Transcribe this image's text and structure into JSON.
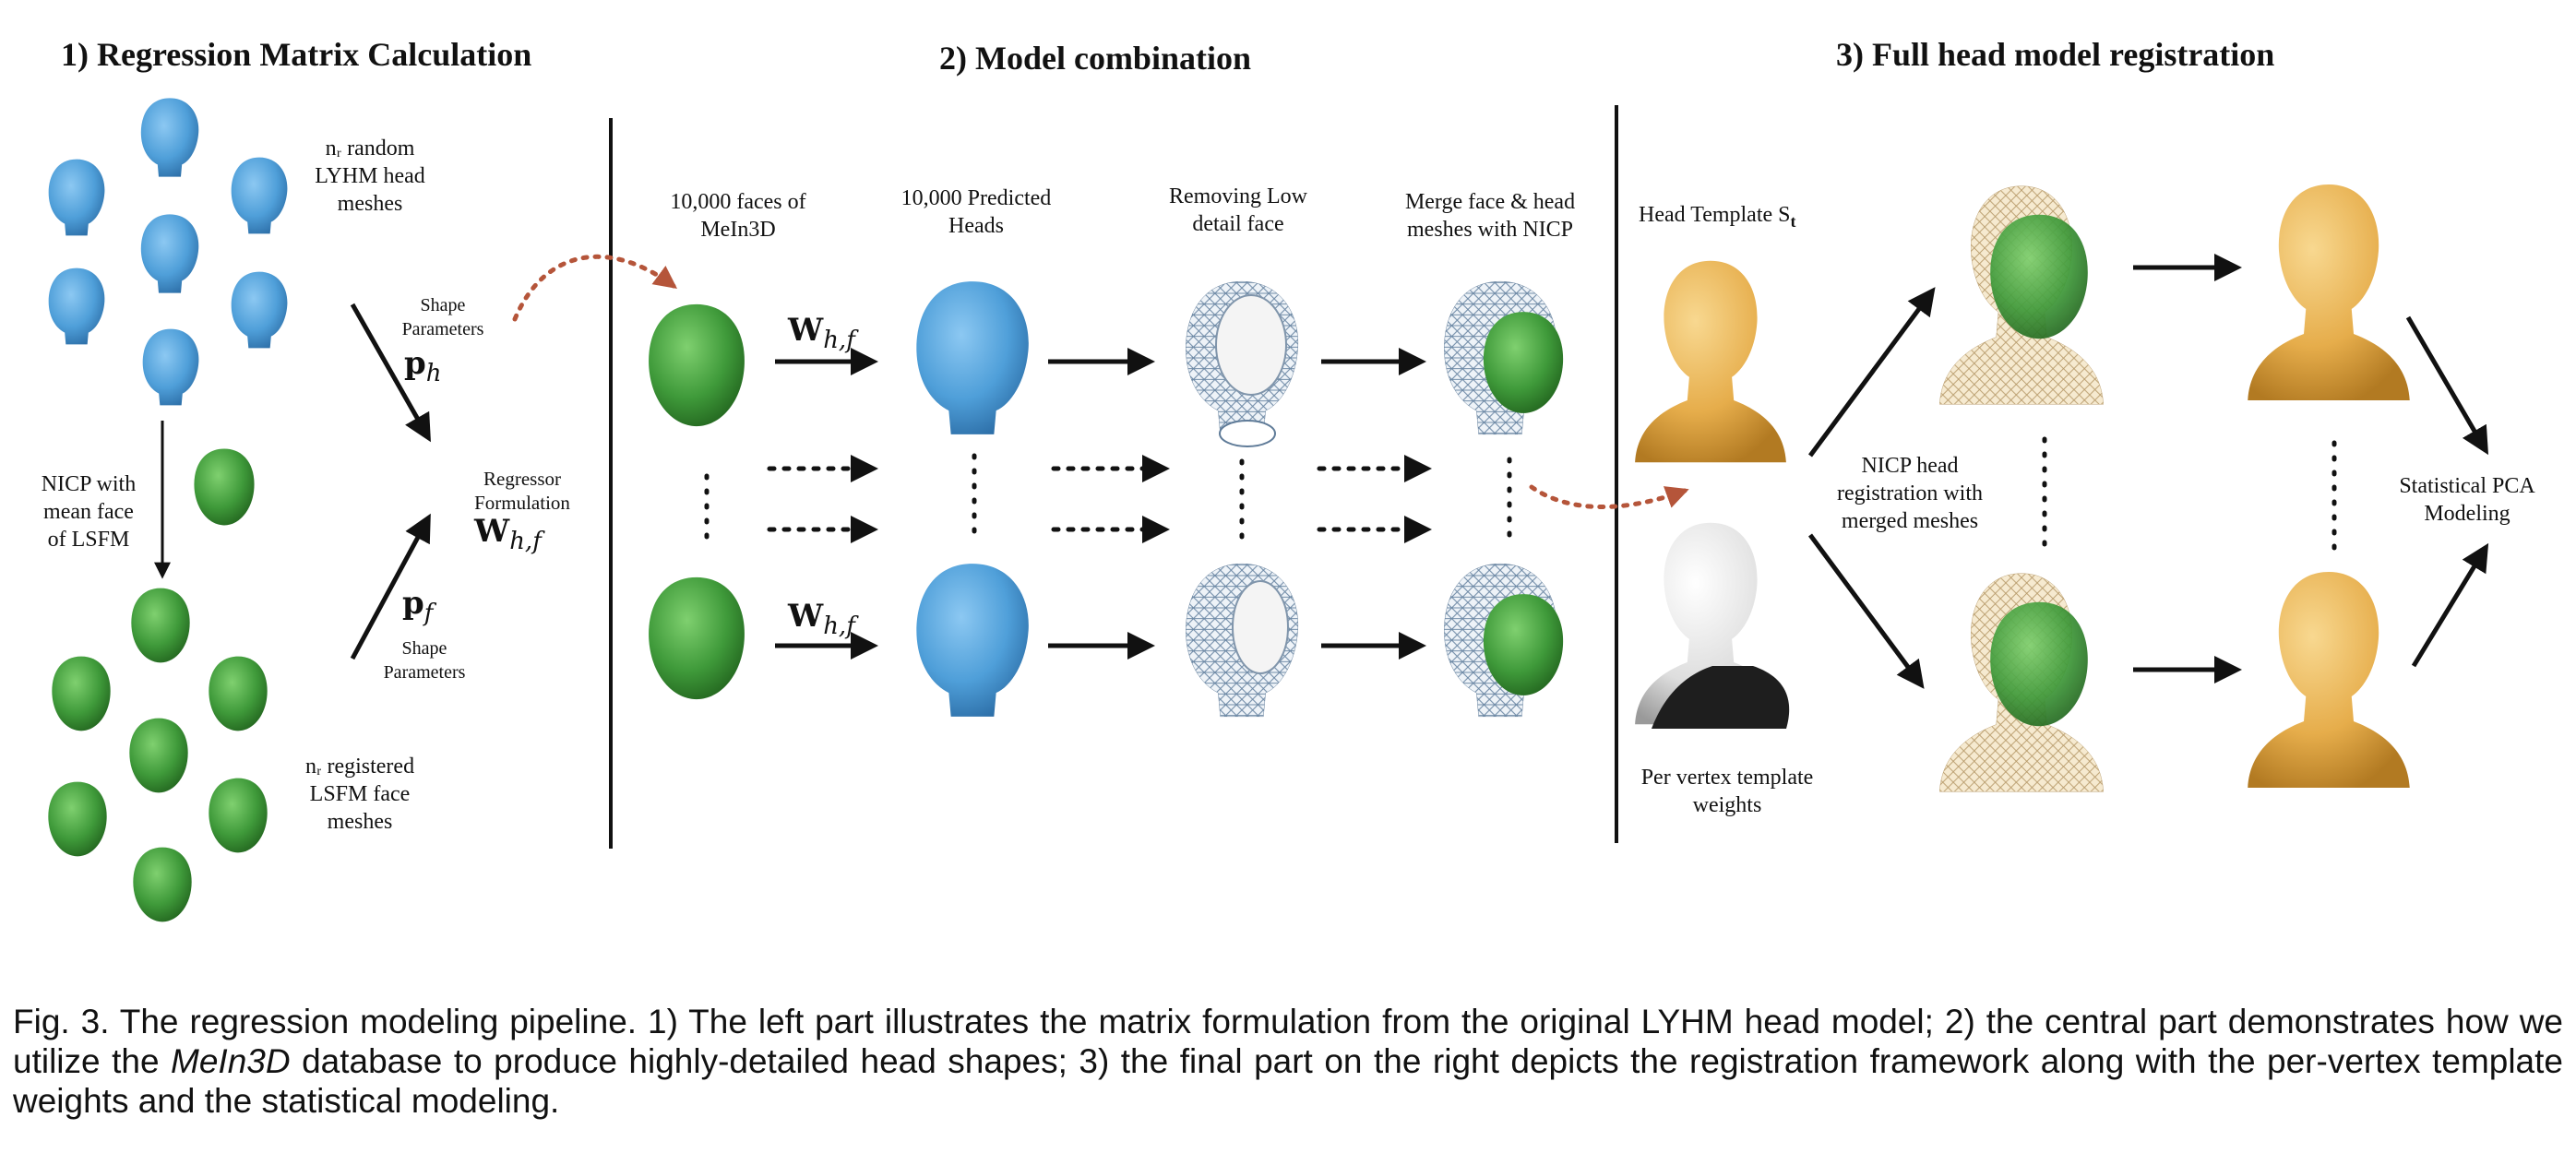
{
  "sections": {
    "regression": "1) Regression Matrix Calculation",
    "combination": "2) Model combination",
    "registration": "3) Full head model registration"
  },
  "left": {
    "lyhm_label": [
      "nᵣ random",
      "LYHM head",
      "meshes"
    ],
    "nicp_label": [
      "NICP with",
      "mean face",
      "of LSFM"
    ],
    "lsfm_label": [
      "nᵣ registered",
      "LSFM face",
      "meshes"
    ],
    "shape_params_top": [
      "Shape",
      "Parameters"
    ],
    "shape_params_bottom": [
      "Shape",
      "Parameters"
    ],
    "ph": "p",
    "ph_sub": "h",
    "pf": "p",
    "pf_sub": "f",
    "regressor_label": [
      "Regressor",
      "Formulation"
    ],
    "w_symbol": "W",
    "w_sub": "h,f"
  },
  "middle": {
    "col1": [
      "10,000 faces of",
      "MeIn3D"
    ],
    "col2": [
      "10,000 Predicted",
      "Heads"
    ],
    "col3": [
      "Removing Low",
      "detail face"
    ],
    "col4": [
      "Merge face & head",
      "meshes with NICP"
    ],
    "w_symbol": "W",
    "w_sub": "h,f"
  },
  "right": {
    "head_template": "Head Template S",
    "head_template_sub": "t",
    "per_vertex": [
      "Per vertex template",
      "weights"
    ],
    "nicp_head": [
      "NICP head",
      "registration with",
      "merged meshes"
    ],
    "pca": [
      "Statistical PCA",
      "Modeling"
    ]
  },
  "caption": {
    "part1": "Fig. 3. The regression modeling pipeline. 1) The left part illustrates the matrix formulation from the original LYHM head model; 2) the central part demonstrates how we utilize the ",
    "emph": "MeIn3D",
    "part2": " database to produce highly-detailed head shapes; 3) the final part on the right depicts the registration framework along with the per-vertex template weights and the statistical modeling."
  },
  "colors": {
    "blue": "#4f9fd9",
    "green": "#3f9a3a",
    "gold": "#e6ad4b",
    "white_head": "#e8e8e8",
    "mesh": "#9fb4c8",
    "dotted_arrow": "#b5553a"
  }
}
